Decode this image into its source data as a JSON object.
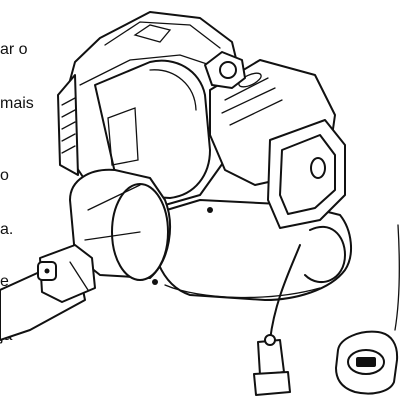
{
  "text_fragments": {
    "top": [
      "ar o",
      "mais"
    ],
    "middle": [
      "o",
      "a."
    ],
    "bottom": [
      "e",
      "ja"
    ]
  },
  "colors": {
    "ink": "#111111",
    "paper": "#ffffff"
  }
}
